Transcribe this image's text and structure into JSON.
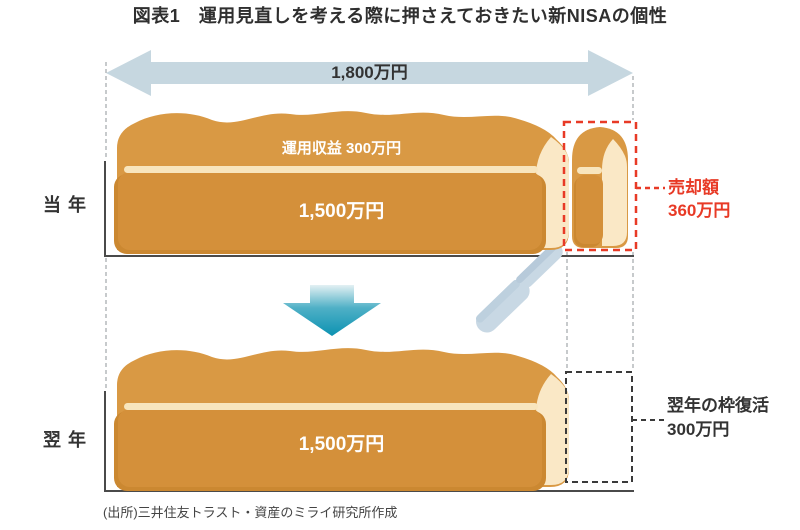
{
  "title": "図表1　運用見直しを考える際に押さえておきたい新NISAの個性",
  "capacity_arrow": {
    "label": "1,800万円"
  },
  "row_labels": {
    "current_year": "当年",
    "next_year": "翌年"
  },
  "current_year_loaf": {
    "gain_label": "運用収益 300万円",
    "principal_label": "1,500万円"
  },
  "sale_callout": {
    "title": "売却額",
    "amount": "360万円"
  },
  "next_year_loaf": {
    "principal_label": "1,500万円"
  },
  "restore_callout": {
    "title": "翌年の枠復活",
    "amount": "300万円"
  },
  "source": "(出所)三井住友トラスト・資産のミライ研究所作成",
  "colors": {
    "bread_crust": "#D99944",
    "bread_body": "#D4903A",
    "bread_shadow": "#CB8831",
    "bread_cut_face": "#FAE8C6",
    "bread_cream_line": "#F8E5BD",
    "capacity_arrow_fill": "#C6D7E0",
    "sale_accent_red": "#E83A26",
    "teal_arrow": "#0C92B2",
    "knife_fill": "#C8D8E4",
    "axis_color": "#4A4A4A",
    "guide_gray": "#A9AEB1",
    "text_dark": "#333333"
  }
}
